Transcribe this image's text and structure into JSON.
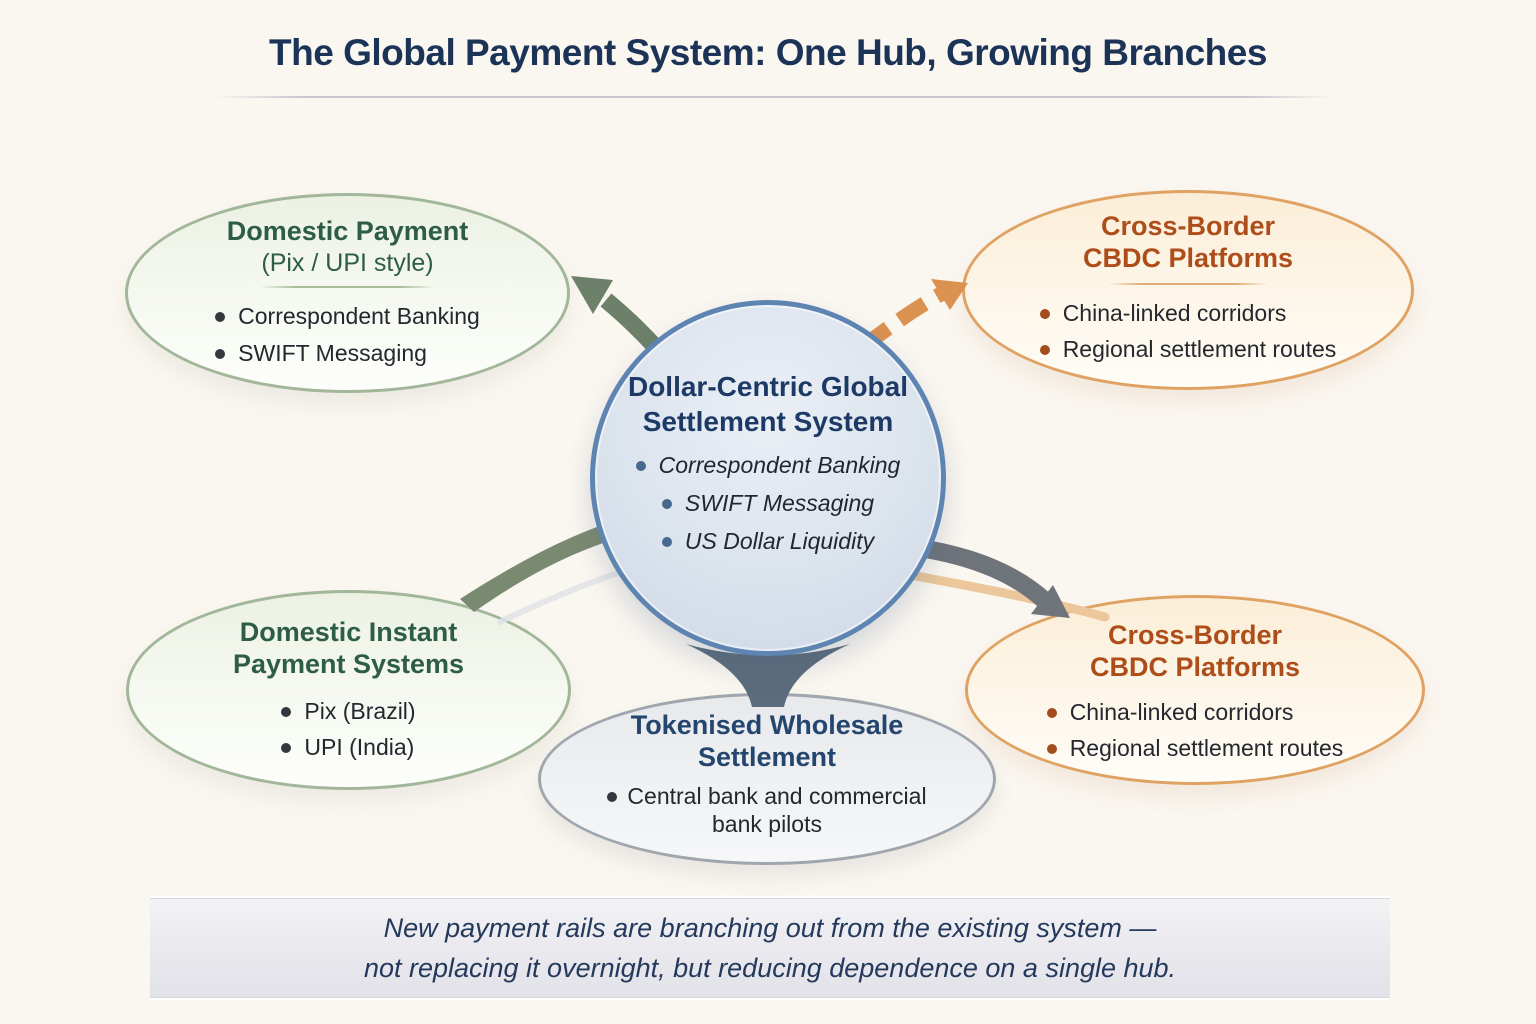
{
  "title": "The Global Payment System: One Hub, Growing Branches",
  "hub": {
    "title": "Dollar-Centric Global Settlement System",
    "bullets": [
      "Correspondent Banking",
      "SWIFT Messaging",
      "US Dollar Liquidity"
    ],
    "accent_color": "#5e85b2",
    "heading_color": "#1d3a66"
  },
  "nodes": {
    "domestic_payment": {
      "title": "Domestic Payment",
      "subtitle": "(Pix / UPI style)",
      "bullets": [
        "Correspondent Banking",
        "SWIFT Messaging"
      ],
      "accent_color": "#a2b699",
      "heading_color": "#2d5c47"
    },
    "cbdc_top": {
      "title": "Cross-Border CBDC Platforms",
      "bullets": [
        "China-linked corridors",
        "Regional settlement routes"
      ],
      "accent_color": "#dfa263",
      "heading_color": "#ad4e1a"
    },
    "domestic_instant": {
      "title": "Domestic Instant Payment Systems",
      "bullets": [
        "Pix (Brazil)",
        "UPI (India)"
      ],
      "accent_color": "#a2b699",
      "heading_color": "#2d5c47"
    },
    "cbdc_bottom": {
      "title": "Cross-Border CBDC Platforms",
      "bullets": [
        "China-linked corridors",
        "Regional settlement routes"
      ],
      "accent_color": "#dfa263",
      "heading_color": "#ad4e1a"
    },
    "tokenised": {
      "title": "Tokenised Wholesale Settlement",
      "bullets": [
        "Central bank and commercial bank pilots"
      ],
      "accent_color": "#a0a6ad",
      "heading_color": "#24456e"
    }
  },
  "footer": {
    "line1": "New payment rails are branching out from the existing system —",
    "line2": "not replacing it overnight, but reducing dependence on a single hub."
  },
  "connectors": [
    {
      "name": "hub-to-domestic-payment",
      "style": "tapered-solid-arrow",
      "color": "#6d8069"
    },
    {
      "name": "hub-to-cbdc-top",
      "style": "dashed-arrow",
      "color": "#db9150"
    },
    {
      "name": "domestic-instant-to-hub",
      "style": "curved-band",
      "color": "#7a8a71"
    },
    {
      "name": "hub-to-cbdc-bottom",
      "style": "solid-arrow",
      "color": "#6f747b"
    },
    {
      "name": "hub-to-tokenised",
      "style": "funnel",
      "color": "#5c6c7c"
    }
  ]
}
